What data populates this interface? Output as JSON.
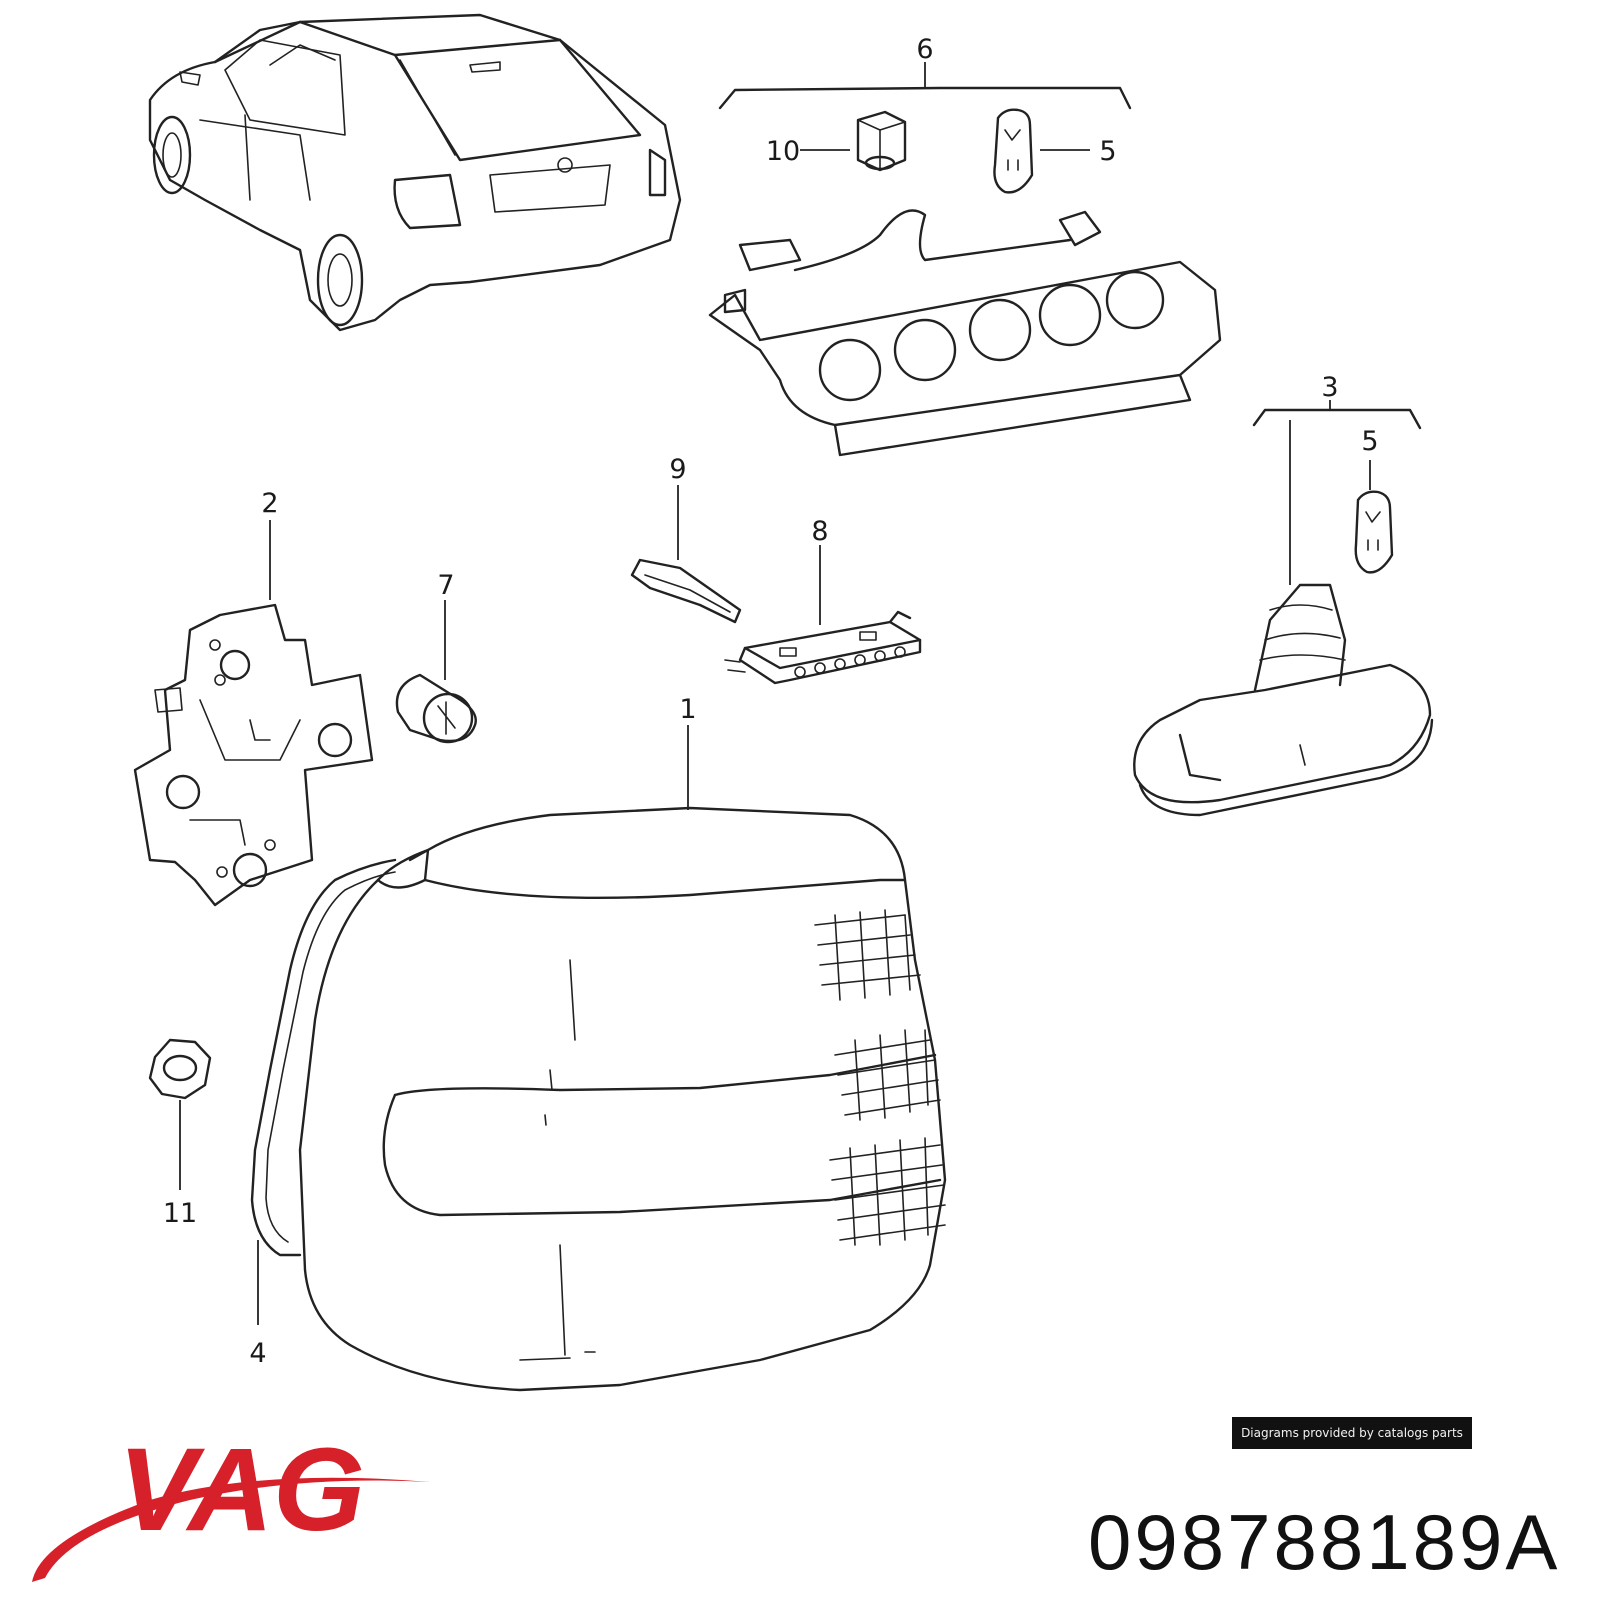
{
  "callouts": [
    {
      "id": "1",
      "label": "1"
    },
    {
      "id": "2",
      "label": "2"
    },
    {
      "id": "3",
      "label": "3"
    },
    {
      "id": "4",
      "label": "4"
    },
    {
      "id": "5a",
      "label": "5"
    },
    {
      "id": "5b",
      "label": "5"
    },
    {
      "id": "6",
      "label": "6"
    },
    {
      "id": "7",
      "label": "7"
    },
    {
      "id": "8",
      "label": "8"
    },
    {
      "id": "9",
      "label": "9"
    },
    {
      "id": "10",
      "label": "10"
    },
    {
      "id": "11",
      "label": "11"
    }
  ],
  "credit": "Diagrams provided by catalogs parts",
  "brand": {
    "name": "VAG",
    "color": "#d6202a"
  },
  "part_number": "098788189A"
}
